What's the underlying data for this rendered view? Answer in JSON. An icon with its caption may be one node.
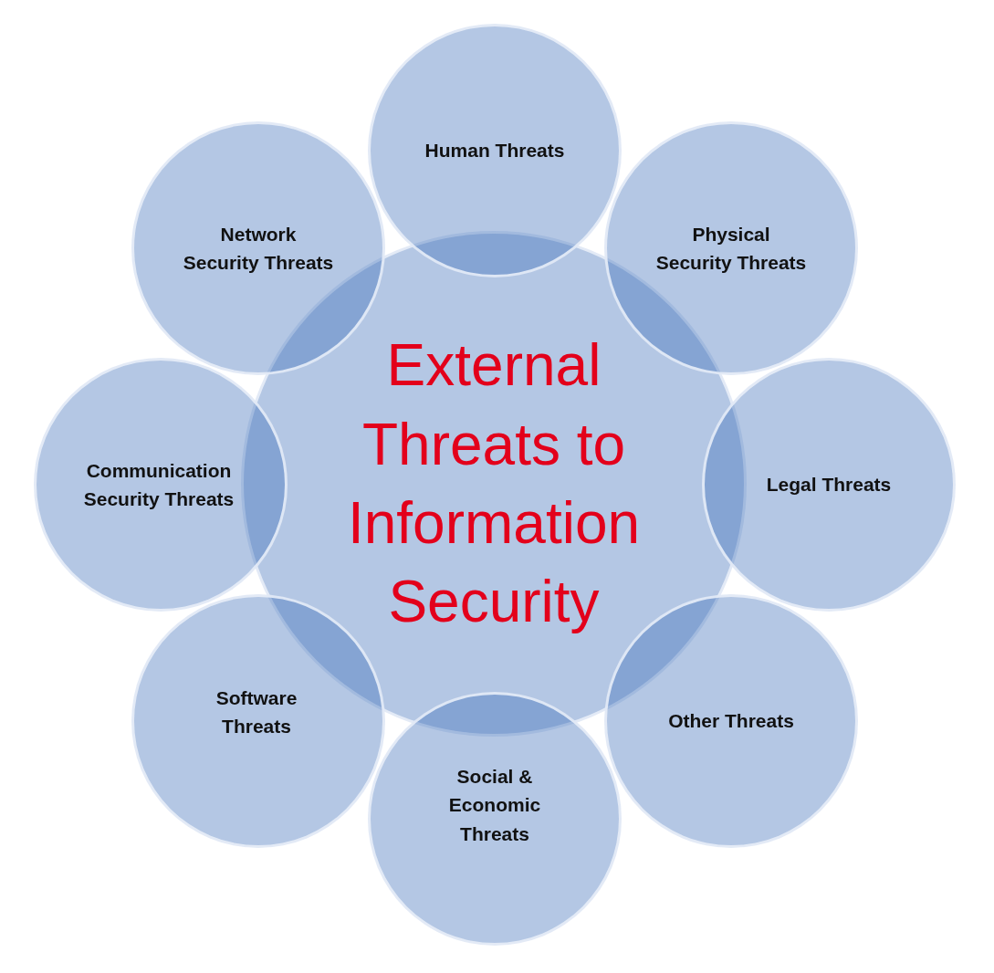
{
  "diagram": {
    "nodes": [
      {
        "text": [
          "External Threats to Information Security"
        ]
      },
      {
        "text": [
          "Human Threats"
        ]
      },
      {
        "text": [
          "Network Security Threats"
        ]
      },
      {
        "text": [
          "Physical Security Threats"
        ]
      },
      {
        "text": [
          "Communication Security Threats"
        ]
      },
      {
        "text": [
          "Legal Threats"
        ]
      },
      {
        "text": [
          "Software Threats"
        ]
      },
      {
        "text": [
          "Other Threats"
        ]
      },
      {
        "text": [
          "Social & Economic Threats"
        ]
      }
    ]
  }
}
